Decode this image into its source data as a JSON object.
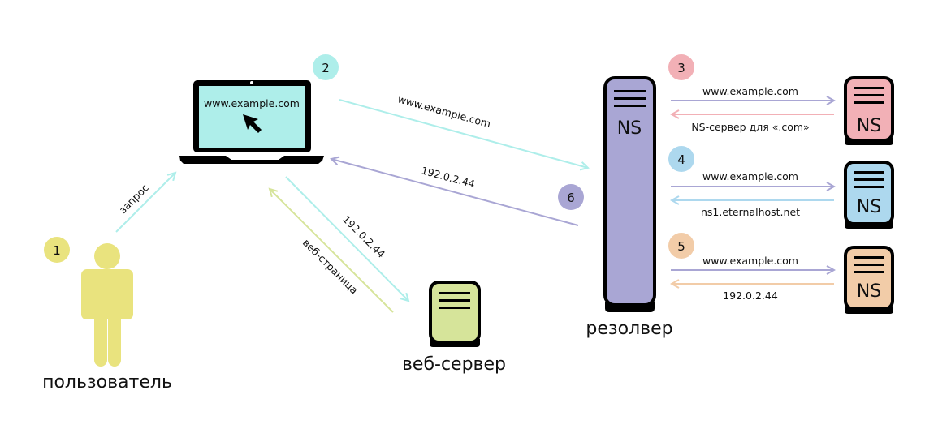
{
  "colors": {
    "user": "#e9e37e",
    "laptop_screen": "#aeeeea",
    "cyan_arrow": "#aeeeea",
    "resolver": "#a9a6d4",
    "purple_arrow": "#a9a6d4",
    "root_ns": "#f2b0b6",
    "tld_ns": "#add8ee",
    "auth_ns": "#f2cca8",
    "web_server": "#d6e49a",
    "green_arrow": "#d6e49a",
    "outline": "#000000"
  },
  "nodes": {
    "user": {
      "label": "пользователь",
      "step": "1",
      "icon": "person-icon"
    },
    "laptop": {
      "screen_text": "www.example.com",
      "step": "2",
      "icon": "laptop-icon"
    },
    "resolver": {
      "label": "резолвер",
      "ns_text": "NS",
      "step_in": "6",
      "icon": "server-icon"
    },
    "web_server": {
      "label": "веб-сервер",
      "icon": "server-icon"
    },
    "ns_root": {
      "ns_text": "NS",
      "step": "3"
    },
    "ns_tld": {
      "ns_text": "NS",
      "step": "4"
    },
    "ns_auth": {
      "ns_text": "NS",
      "step": "5"
    }
  },
  "arrows": {
    "request": "запрос",
    "laptop_to_resolver": "www.example.com",
    "resolver_to_laptop": "192.0.2.44",
    "laptop_to_web": "192.0.2.44",
    "web_to_laptop": "веб-страница",
    "root_query": "www.example.com",
    "root_reply": "NS-сервер для «.com»",
    "tld_query": "www.example.com",
    "tld_reply": "ns1.eternalhost.net",
    "auth_query": "www.example.com",
    "auth_reply": "192.0.2.44"
  }
}
